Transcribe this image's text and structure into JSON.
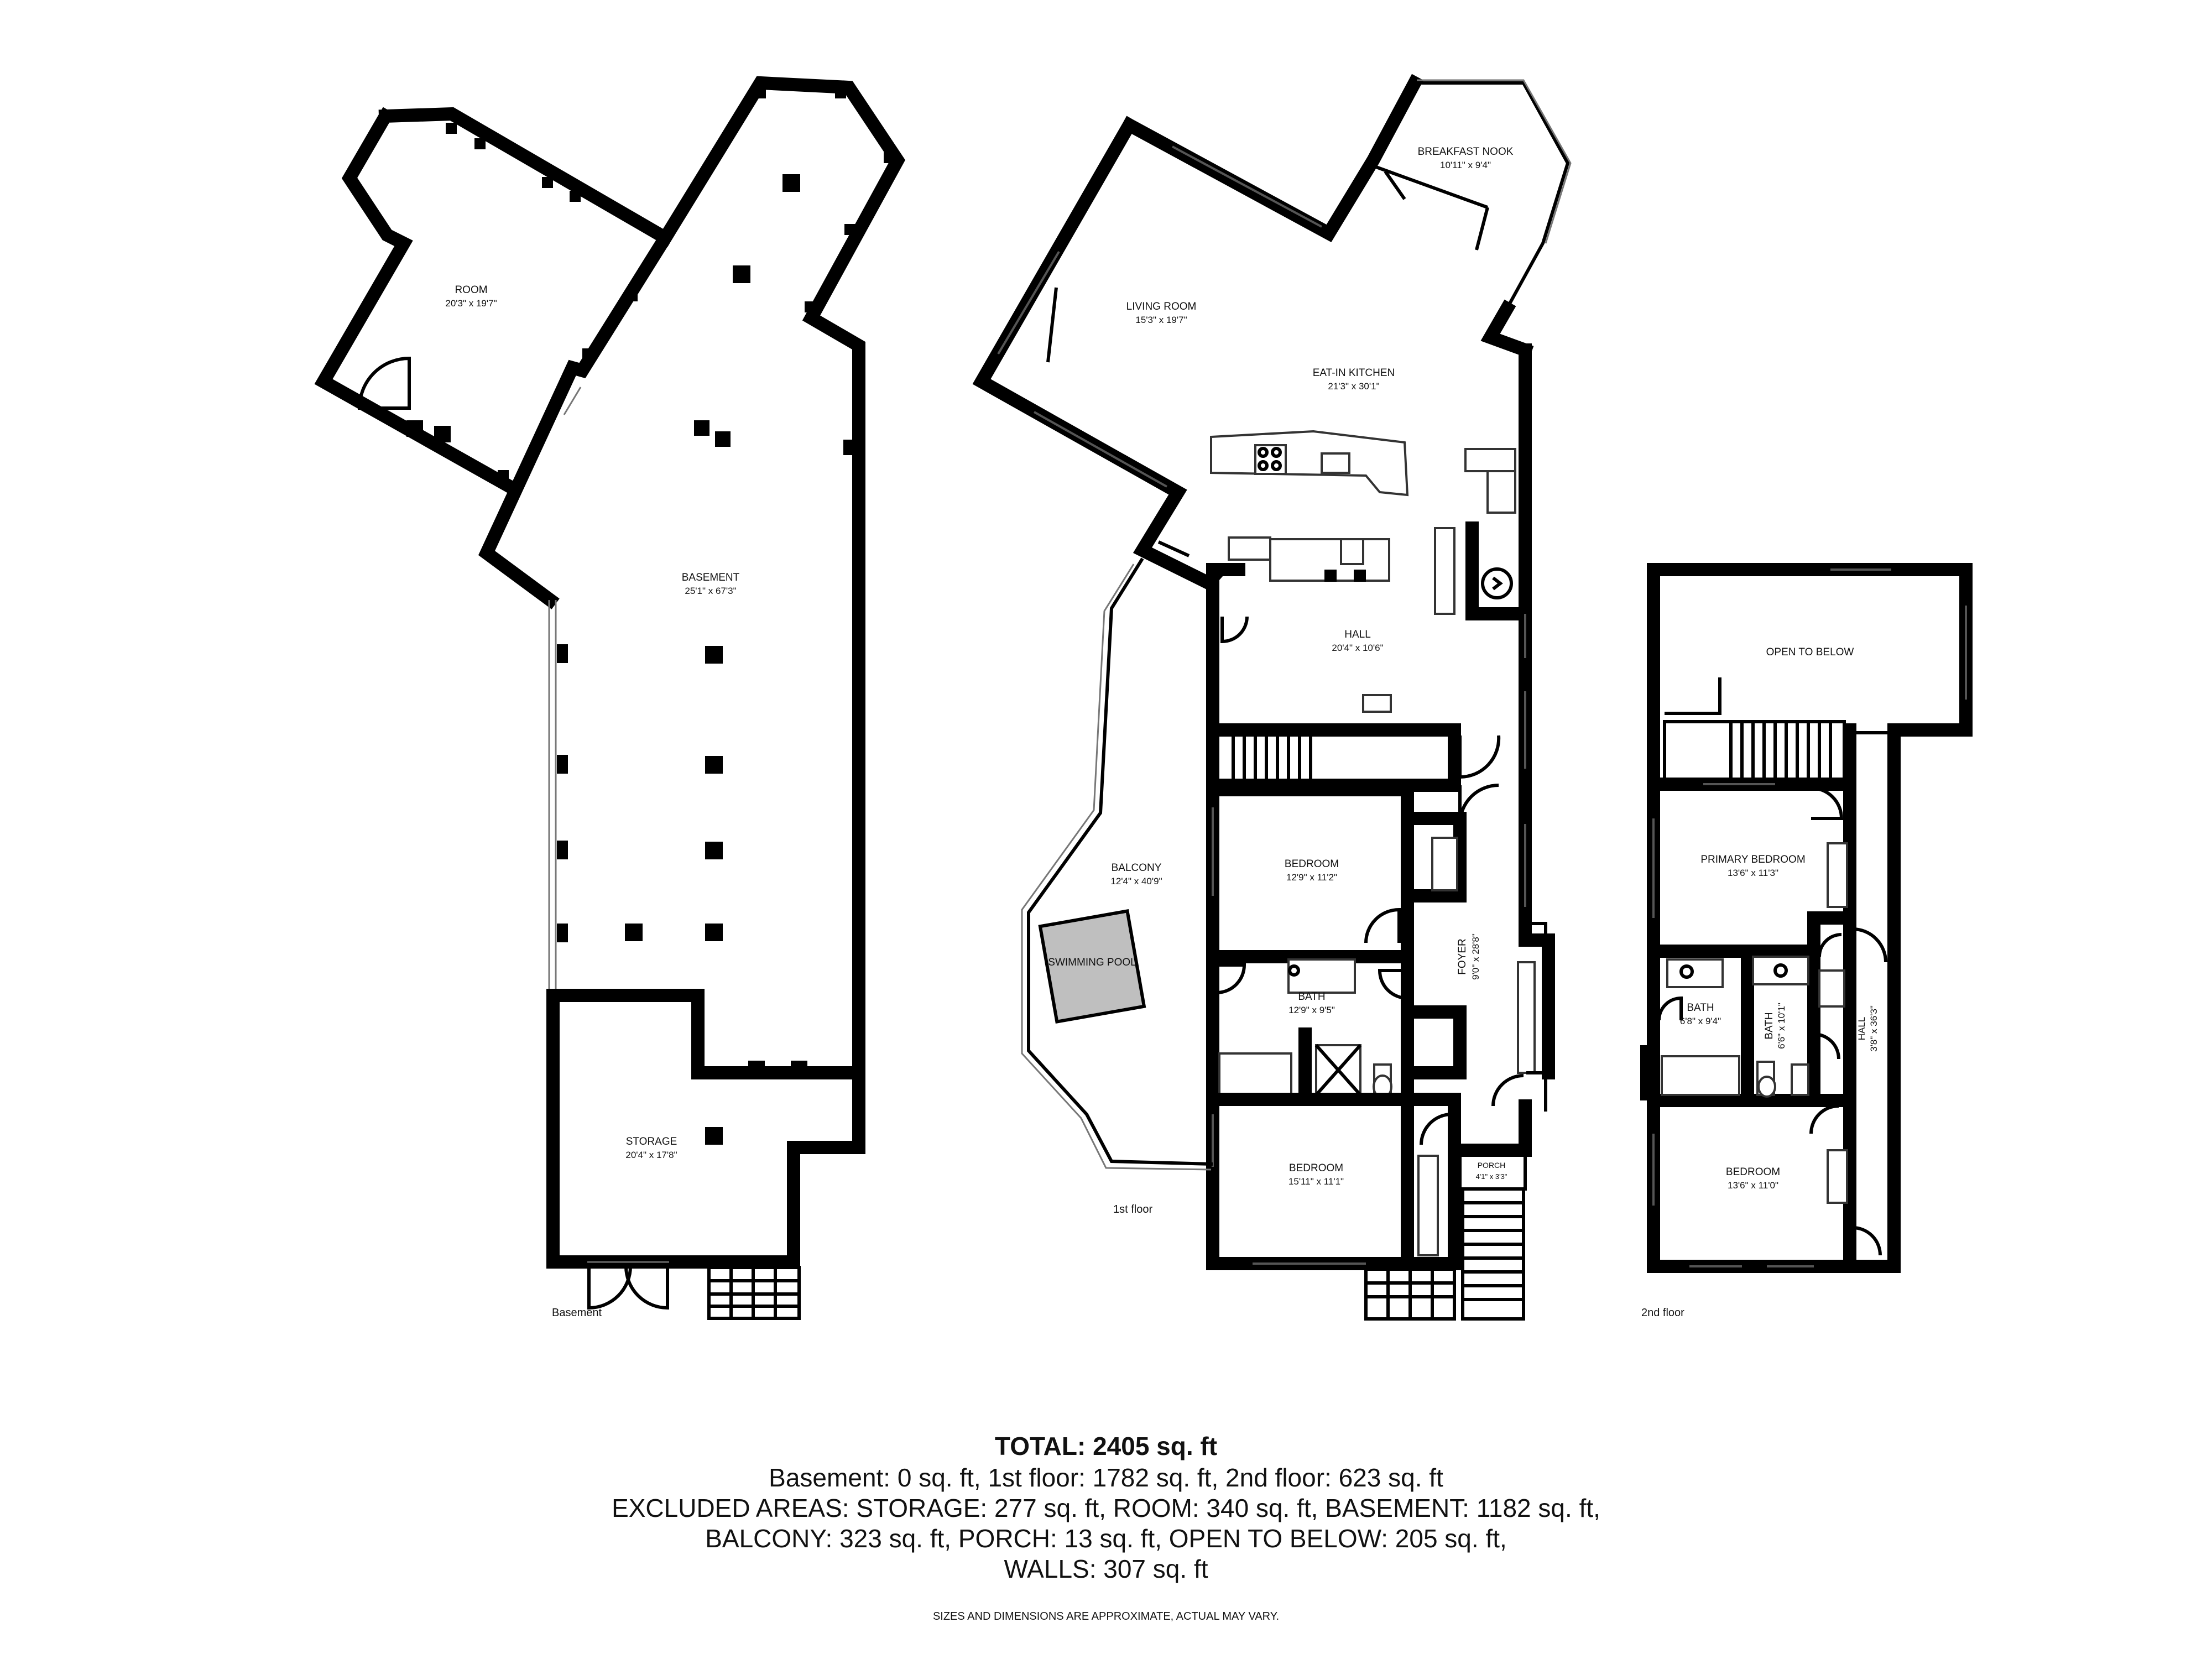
{
  "floors": {
    "basement": "Basement",
    "first": "1st floor",
    "second": "2nd floor"
  },
  "rooms": {
    "room": {
      "name": "ROOM",
      "dims": "20'3\" x 19'7\""
    },
    "basement": {
      "name": "BASEMENT",
      "dims": "25'1\" x 67'3\""
    },
    "storage": {
      "name": "STORAGE",
      "dims": "20'4\" x 17'8\""
    },
    "breakfast_nook": {
      "name": "BREAKFAST NOOK",
      "dims": "10'11\" x 9'4\""
    },
    "living_room": {
      "name": "LIVING ROOM",
      "dims": "15'3\" x 19'7\""
    },
    "eat_in_kitchen": {
      "name": "EAT-IN KITCHEN",
      "dims": "21'3\" x 30'1\""
    },
    "hall_1": {
      "name": "HALL",
      "dims": "20'4\" x 10'6\""
    },
    "balcony": {
      "name": "BALCONY",
      "dims": "12'4\" x 40'9\""
    },
    "swimming_pool": {
      "name": "SWIMMING POOL"
    },
    "bedroom_1a": {
      "name": "BEDROOM",
      "dims": "12'9\" x 11'2\""
    },
    "bath_1": {
      "name": "BATH",
      "dims": "12'9\" x 9'5\""
    },
    "foyer": {
      "name": "FOYER",
      "dims": "9'0\" x 28'8\""
    },
    "bedroom_1b": {
      "name": "BEDROOM",
      "dims": "15'11\" x 11'1\""
    },
    "porch": {
      "name": "PORCH",
      "dims": "4'1\" x 3'3\""
    },
    "open_to_below": {
      "name": "OPEN TO BELOW"
    },
    "primary_bedroom": {
      "name": "PRIMARY BEDROOM",
      "dims": "13'6\" x 11'3\""
    },
    "bath_2a": {
      "name": "BATH",
      "dims": "6'8\" x 9'4\""
    },
    "bath_2b": {
      "name": "BATH",
      "dims": "6'6\" x 10'1\""
    },
    "hall_2": {
      "name": "HALL",
      "dims": "3'8\" x 36'3\""
    },
    "bedroom_2": {
      "name": "BEDROOM",
      "dims": "13'6\" x 11'0\""
    }
  },
  "summary": {
    "total": "TOTAL: 2405 sq. ft",
    "line1": "Basement: 0 sq. ft, 1st floor: 1782 sq. ft, 2nd floor: 623 sq. ft",
    "line2": "EXCLUDED AREAS: STORAGE: 277 sq. ft, ROOM: 340 sq. ft, BASEMENT: 1182 sq. ft,",
    "line3": "BALCONY: 323 sq. ft, PORCH: 13 sq. ft, OPEN TO BELOW: 205 sq. ft,",
    "line4": "WALLS: 307 sq. ft",
    "disclaimer": "SIZES AND DIMENSIONS ARE APPROXIMATE, ACTUAL MAY VARY."
  }
}
